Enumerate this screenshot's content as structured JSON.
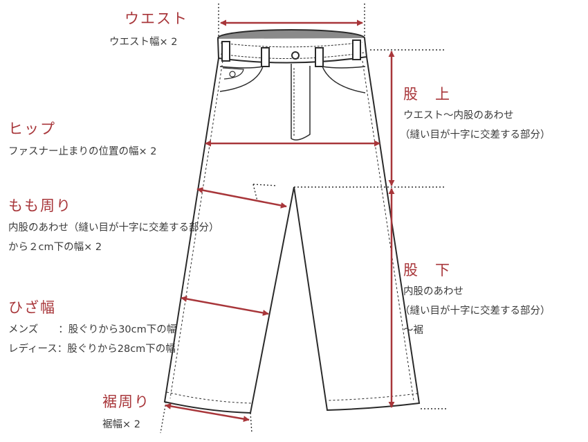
{
  "colors": {
    "accent": "#a8363a",
    "ink": "#2a2a2a",
    "text": "#3a3a3a"
  },
  "waist": {
    "title": "ウエスト",
    "desc": "ウエスト幅× 2"
  },
  "hip": {
    "title": "ヒップ",
    "desc": "ファスナー止まりの位置の幅× 2"
  },
  "thigh": {
    "title": "もも周り",
    "desc1": "内股のあわせ（縫い目が十字に交差する部分）",
    "desc2": "から２cm下の幅× 2"
  },
  "knee": {
    "title": "ひざ幅",
    "desc_mens": "メンズ　　：股ぐりから30cm下の幅",
    "desc_ladies": "レディース：股ぐりから28cm下の幅"
  },
  "hem": {
    "title": "裾周り",
    "desc": "裾幅× 2"
  },
  "rise": {
    "title": "股　上",
    "desc1": "ウエスト～内股のあわせ",
    "desc2": "（縫い目が十字に交差する部分）"
  },
  "inseam": {
    "title": "股　下",
    "desc1": "内股のあわせ",
    "desc2": "（縫い目が十字に交差する部分）",
    "desc3": "～裾"
  }
}
